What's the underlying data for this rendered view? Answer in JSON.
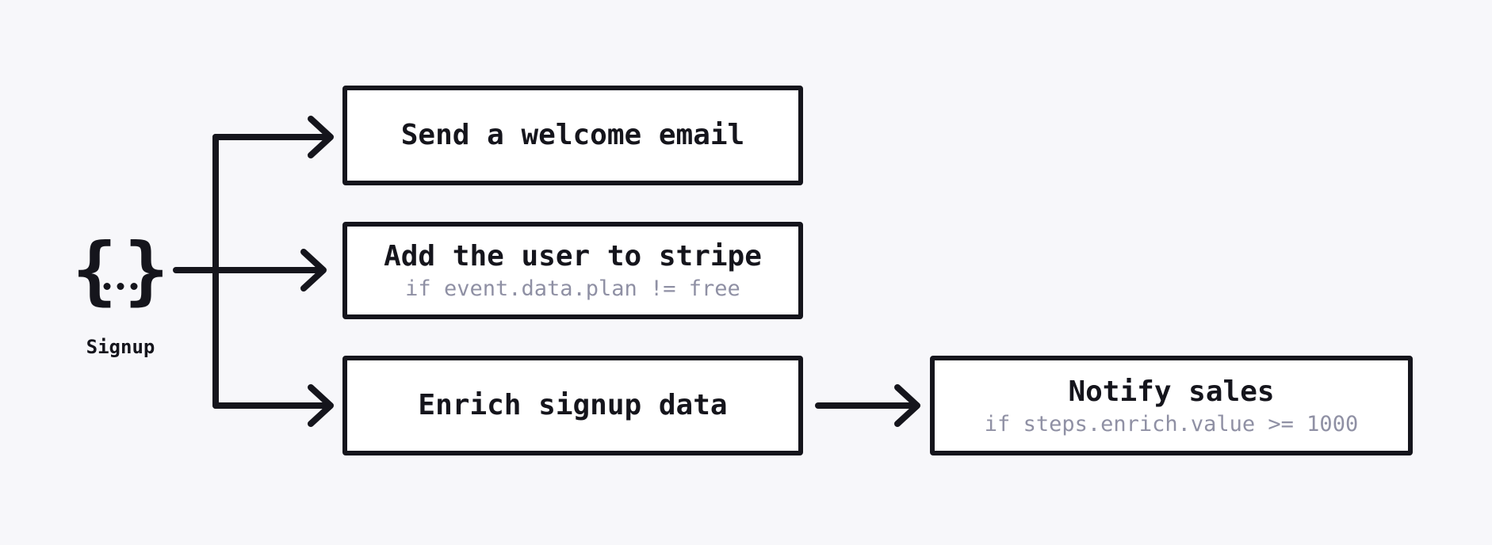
{
  "diagram": {
    "colors": {
      "ink": "#15151c",
      "muted": "#8f90a4",
      "bg": "#f7f7fa",
      "box-fill": "#ffffff"
    },
    "event": {
      "icon": "curly-braces-ellipsis-icon",
      "brace_left": "{",
      "brace_right": "}",
      "label": "Signup"
    },
    "steps": [
      {
        "id": "send-welcome-email",
        "title": "Send a welcome email",
        "condition": ""
      },
      {
        "id": "add-user-to-stripe",
        "title": "Add the user to stripe",
        "condition": "if event.data.plan != free"
      },
      {
        "id": "enrich-signup-data",
        "title": "Enrich signup data",
        "condition": ""
      },
      {
        "id": "notify-sales",
        "title": "Notify sales",
        "condition": "if steps.enrich.value >= 1000"
      }
    ]
  }
}
